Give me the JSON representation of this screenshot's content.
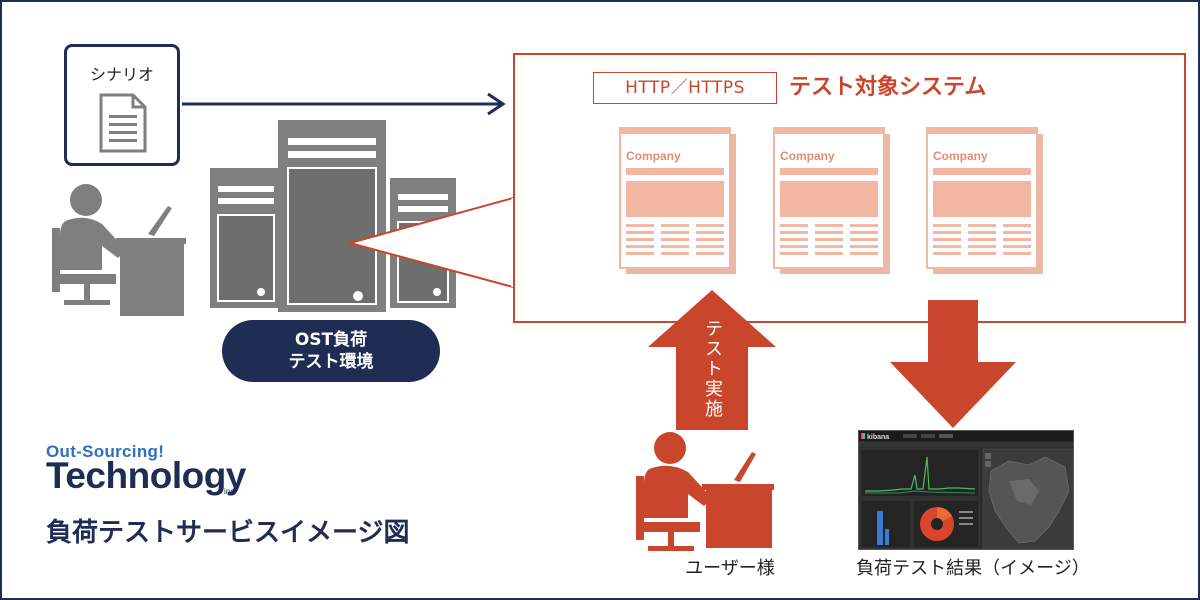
{
  "scenario": {
    "label": "シナリオ",
    "icon": "document-icon"
  },
  "system": {
    "protocol": "HTTP／HTTPS",
    "title": "テスト対象システム",
    "page_brand": "Company"
  },
  "ost_env": {
    "line1": "OST負荷",
    "line2": "テスト環境"
  },
  "execution": {
    "label": "テスト実施"
  },
  "user": {
    "label": "ユーザー様"
  },
  "result": {
    "label": "負荷テスト結果（イメージ）",
    "app_name": "kibana"
  },
  "brand": {
    "tagline": "Out-Sourcing!",
    "name": "Technology",
    "suffix": "inc."
  },
  "diagram_title": "負荷テストサービスイメージ図",
  "colors": {
    "navy": "#1f2d55",
    "accent": "#c9462c",
    "gray": "#7f7f7f",
    "salmon": "#f2b6a3"
  }
}
